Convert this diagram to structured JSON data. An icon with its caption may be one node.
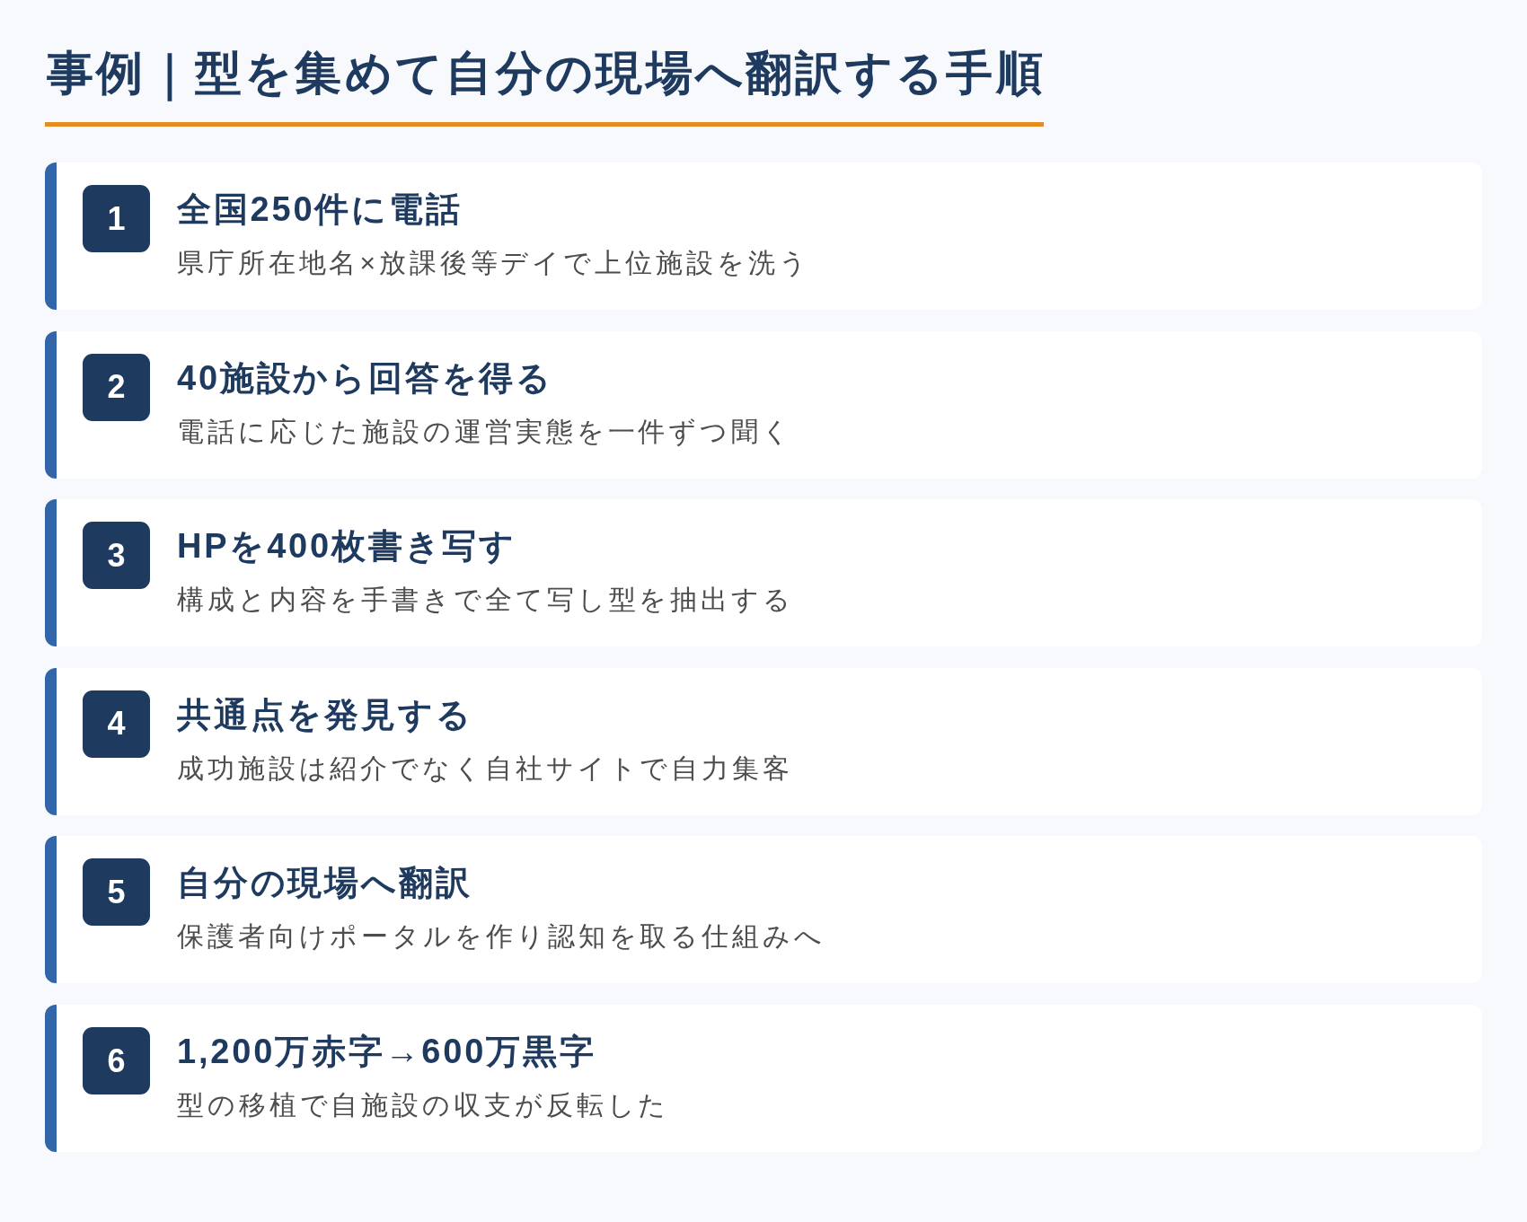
{
  "diagram": {
    "title": "事例｜型を集めて自分の現場へ翻訳する手順",
    "nodes": [
      {
        "text": [
          "全国250件に電話",
          "県庁所在地名×放課後等デイで上位施設を洗う"
        ]
      },
      {
        "text": [
          "1"
        ],
        "in": 0
      },
      {
        "text": [
          "40施設から回答を得る",
          "電話に応じた施設の運営実態を一件ずつ聞く"
        ]
      },
      {
        "text": [
          "2"
        ],
        "in": 2
      },
      {
        "text": [
          "HPを400枚書き写す",
          "構成と内容を手書きで全て写し型を抽出する"
        ]
      },
      {
        "text": [
          "3"
        ],
        "in": 4
      },
      {
        "text": [
          "共通点を発見する",
          "成功施設は紹介でなく自社サイトで自力集客"
        ]
      },
      {
        "text": [
          "4"
        ],
        "in": 6
      },
      {
        "text": [
          "自分の現場へ翻訳",
          "保護者向けポータルを作り認知を取る仕組みへ"
        ]
      },
      {
        "text": [
          "5"
        ],
        "in": 8
      },
      {
        "text": [
          "1,200万赤字→600万黒字",
          "型の移植で自施設の収支が反転した"
        ]
      },
      {
        "text": [
          "6"
        ],
        "in": 10
      }
    ]
  }
}
